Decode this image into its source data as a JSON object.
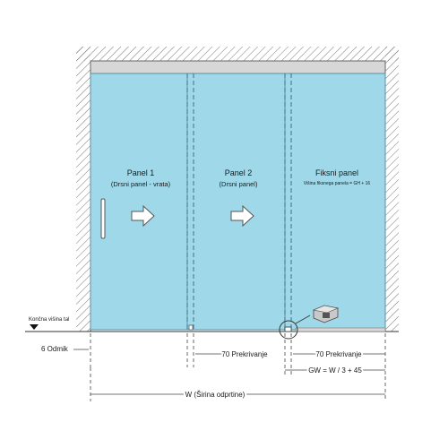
{
  "panels": {
    "panel1": {
      "title": "Panel 1",
      "subtitle": "(Drsni panel - vrata)"
    },
    "panel2": {
      "title": "Panel 2",
      "subtitle": "(Drsni panel)"
    },
    "fixed": {
      "title": "Fiksni panel",
      "subtitle": "Višina fiksnega panela = GH + 16"
    }
  },
  "labels": {
    "floor_level": "Končna višina tal",
    "offset": "6 Odmik",
    "overlap_1": "70 Prekrivanje",
    "overlap_2": "70 Prekrivanje",
    "gw_formula": "GW = W / 3 + 45",
    "width": "W (Širina odprtine)"
  },
  "colors": {
    "glass": "#9fd8e8",
    "glass_edge": "#5b8fa3",
    "rail": "#d7d7d7",
    "wall_line": "#333333",
    "dim_line": "#444444"
  },
  "icons": [
    "arrow-right-icon",
    "handle-icon",
    "floor-marker-icon",
    "detail-zoom-icon"
  ]
}
